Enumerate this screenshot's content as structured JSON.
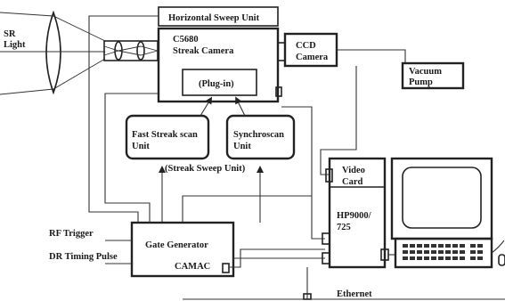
{
  "labels": {
    "sr_light_line1": "SR",
    "sr_light_line2": "Light",
    "horizontal_sweep": "Horizontal Sweep Unit",
    "camera_line1": "C5680",
    "camera_line2": "Streak Camera",
    "plugin": "(Plug-in)",
    "ccd_line1": "CCD",
    "ccd_line2": "Camera",
    "vacuum_line1": "Vacuum",
    "vacuum_line2": "Pump",
    "fast_streak_line1": "Fast Streak scan",
    "fast_streak_line2": "Unit",
    "synchroscan_line1": "Synchroscan",
    "synchroscan_line2": "Unit",
    "streak_sweep": "(Streak Sweep Unit)",
    "video_card_line1": "Video",
    "video_card_line2": "Card",
    "hp_line1": "HP9000/",
    "hp_line2": "725",
    "rf_trigger": "RF Trigger",
    "dr_timing": "DR Timing Pulse",
    "gate_generator": "Gate Generator",
    "camac": "CAMAC",
    "ethernet": "Ethernet"
  }
}
